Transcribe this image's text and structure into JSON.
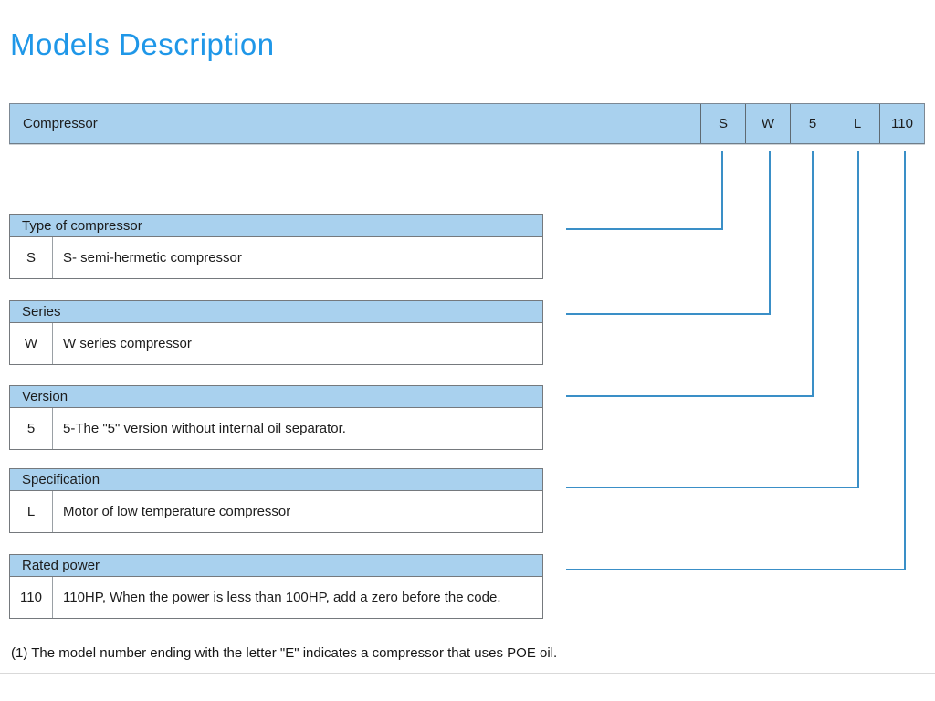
{
  "page": {
    "title": "Models Description"
  },
  "model_bar": {
    "label": "Compressor",
    "codes": [
      "S",
      "W",
      "5",
      "L",
      "110"
    ]
  },
  "tables": [
    {
      "header": "Type of compressor",
      "code": "S",
      "description": "S- semi-hermetic compressor"
    },
    {
      "header": "Series",
      "code": "W",
      "description": "W series compressor"
    },
    {
      "header": "Version",
      "code": "5",
      "description": "5-The \"5\" version without internal oil separator."
    },
    {
      "header": "Specification",
      "code": "L",
      "description": "Motor of low temperature compressor"
    },
    {
      "header": "Rated power",
      "code": "110",
      "description": "110HP, When the power is less than 100HP, add a zero before the code."
    }
  ],
  "footnote": "(1) The model number ending with the letter \"E\" indicates a compressor that uses POE oil.",
  "colors": {
    "title_blue": "#1f97e8",
    "fill_blue": "#a9d1ee",
    "connector_blue": "#3a8fc7"
  }
}
